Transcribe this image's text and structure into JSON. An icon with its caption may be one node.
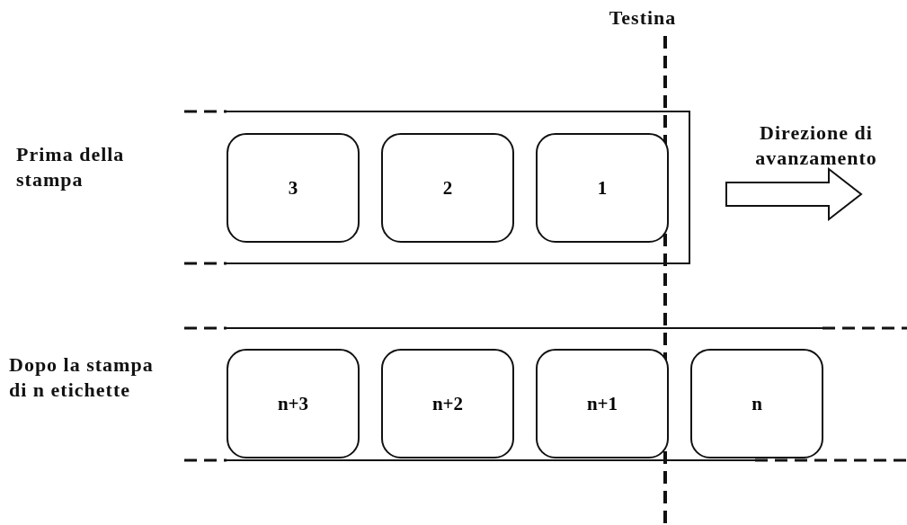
{
  "diagram": {
    "nodes": [
      {
        "text": [
          "3"
        ]
      },
      {
        "text": [
          "2"
        ]
      },
      {
        "text": [
          "1"
        ]
      },
      {
        "text": [
          "n+3"
        ]
      },
      {
        "text": [
          "n+2"
        ]
      },
      {
        "text": [
          "n+1"
        ]
      },
      {
        "text": [
          "n"
        ]
      }
    ],
    "labels": [
      "Testina",
      "Prima della stampa",
      "Direzione di avanzamento",
      "Dopo la stampa di n etichette"
    ]
  }
}
